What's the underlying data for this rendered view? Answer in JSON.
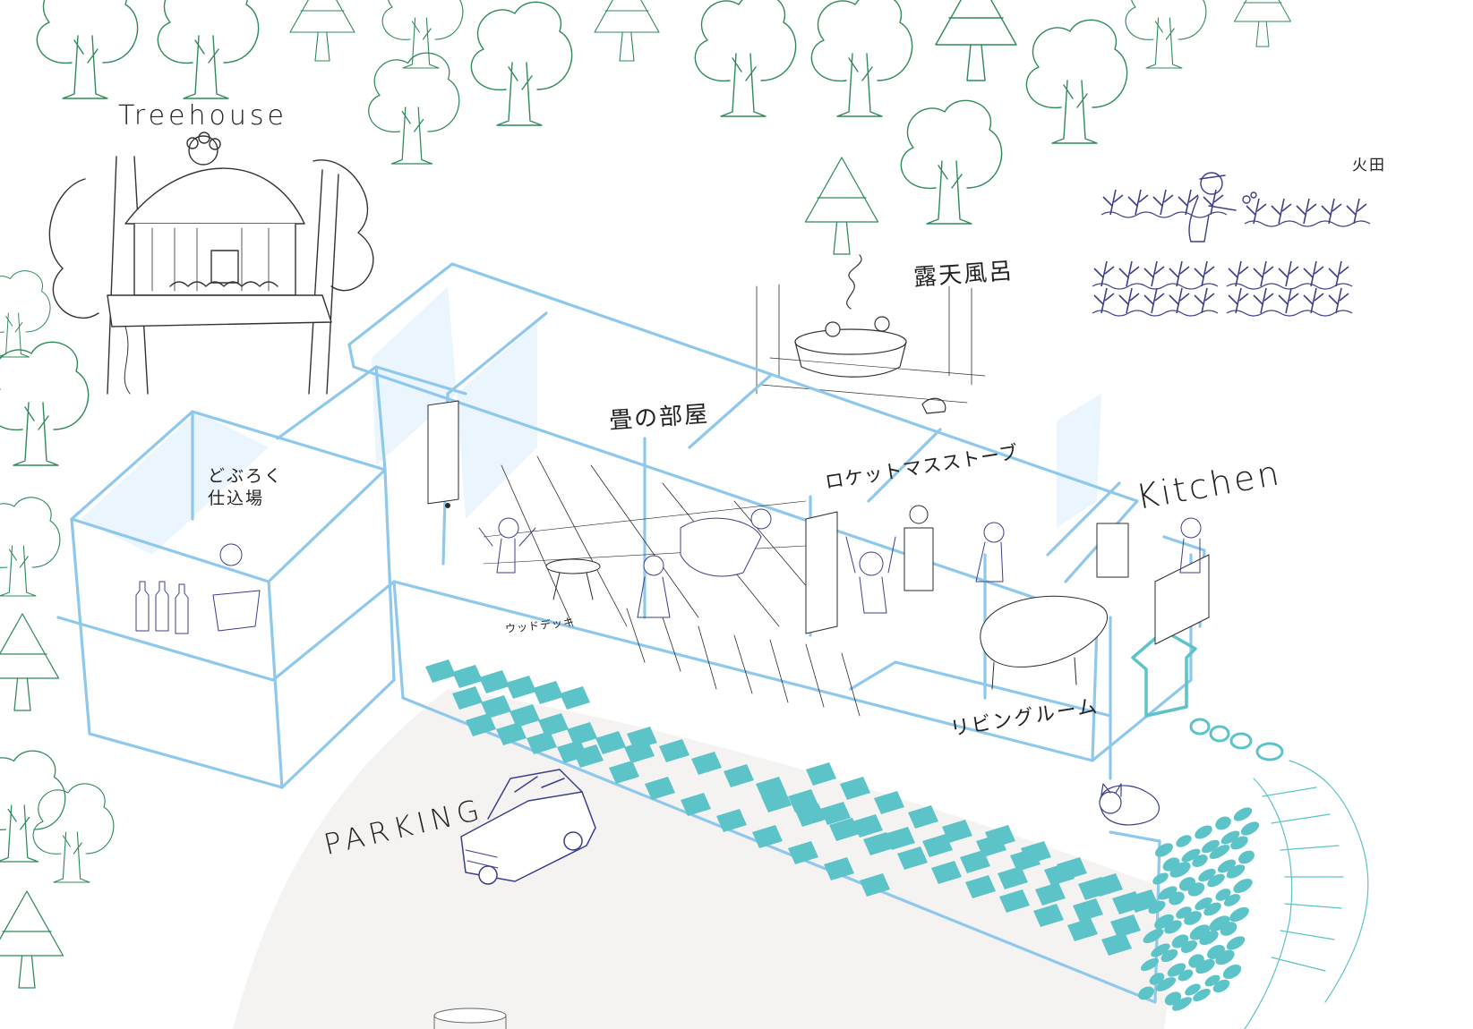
{
  "diagram": {
    "labels": {
      "treehouse": "Treehouse",
      "doburoku_line1": "どぶろく",
      "doburoku_line2": "仕込場",
      "tatami_room": "畳の部屋",
      "rocket_stove": "ロケットマスストーブ",
      "kitchen": "Kitchen",
      "rotenburo": "露天風呂",
      "field": "火田",
      "living_room": "リビングルーム",
      "wood_deck": "ウッドデッキ",
      "parking": "PARKING"
    },
    "colors": {
      "structure": "#8ec8ec",
      "structure_fill": "#eaf5fd",
      "tile": "#5cc3c8",
      "tree": "#2e8b57",
      "ink": "#2b2b2b",
      "figure_ink": "#3b3f8a",
      "ground": "#f5f3f1"
    }
  }
}
